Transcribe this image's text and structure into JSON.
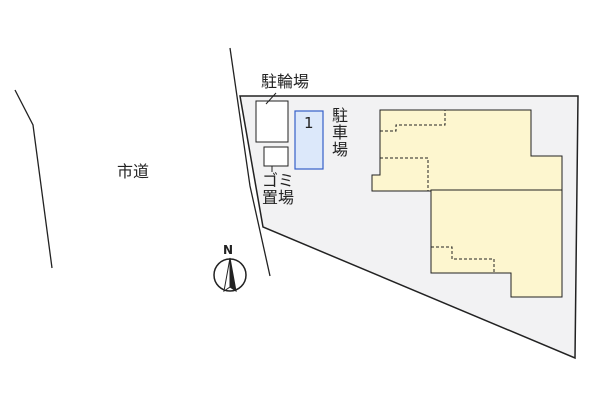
{
  "labels": {
    "city_road": "市道",
    "bicycle_parking": "駐輪場",
    "parking": "駐車場",
    "garbage_area_line1": "ゴミ",
    "garbage_area_line2": "置場",
    "parking_space_number": "1",
    "north": "N"
  },
  "colors": {
    "site_fill": "#f2f2f3",
    "building_fill": "#fdf6cf",
    "parking_space_fill": "#dce8fa",
    "parking_space_stroke": "#3560c9",
    "line": "#222222"
  },
  "icons": {
    "compass": "north-arrow-icon"
  }
}
